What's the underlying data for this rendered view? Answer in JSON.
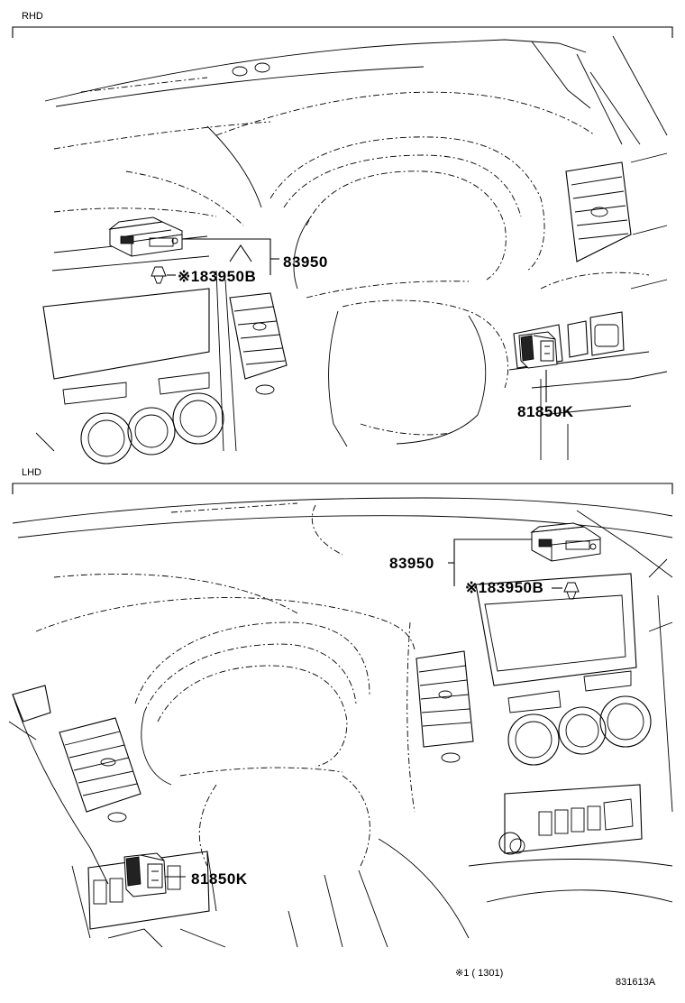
{
  "rhd": {
    "section_label": "RHD",
    "parts": {
      "switch_top": "83950",
      "clip_top": "※183950B",
      "switch_bottom": "81850K"
    }
  },
  "lhd": {
    "section_label": "LHD",
    "parts": {
      "switch_top": "83950",
      "clip_top": "※183950B",
      "switch_bottom": "81850K"
    }
  },
  "footer": {
    "note": "※1 (       1301)",
    "drawing_number": "831613A"
  }
}
